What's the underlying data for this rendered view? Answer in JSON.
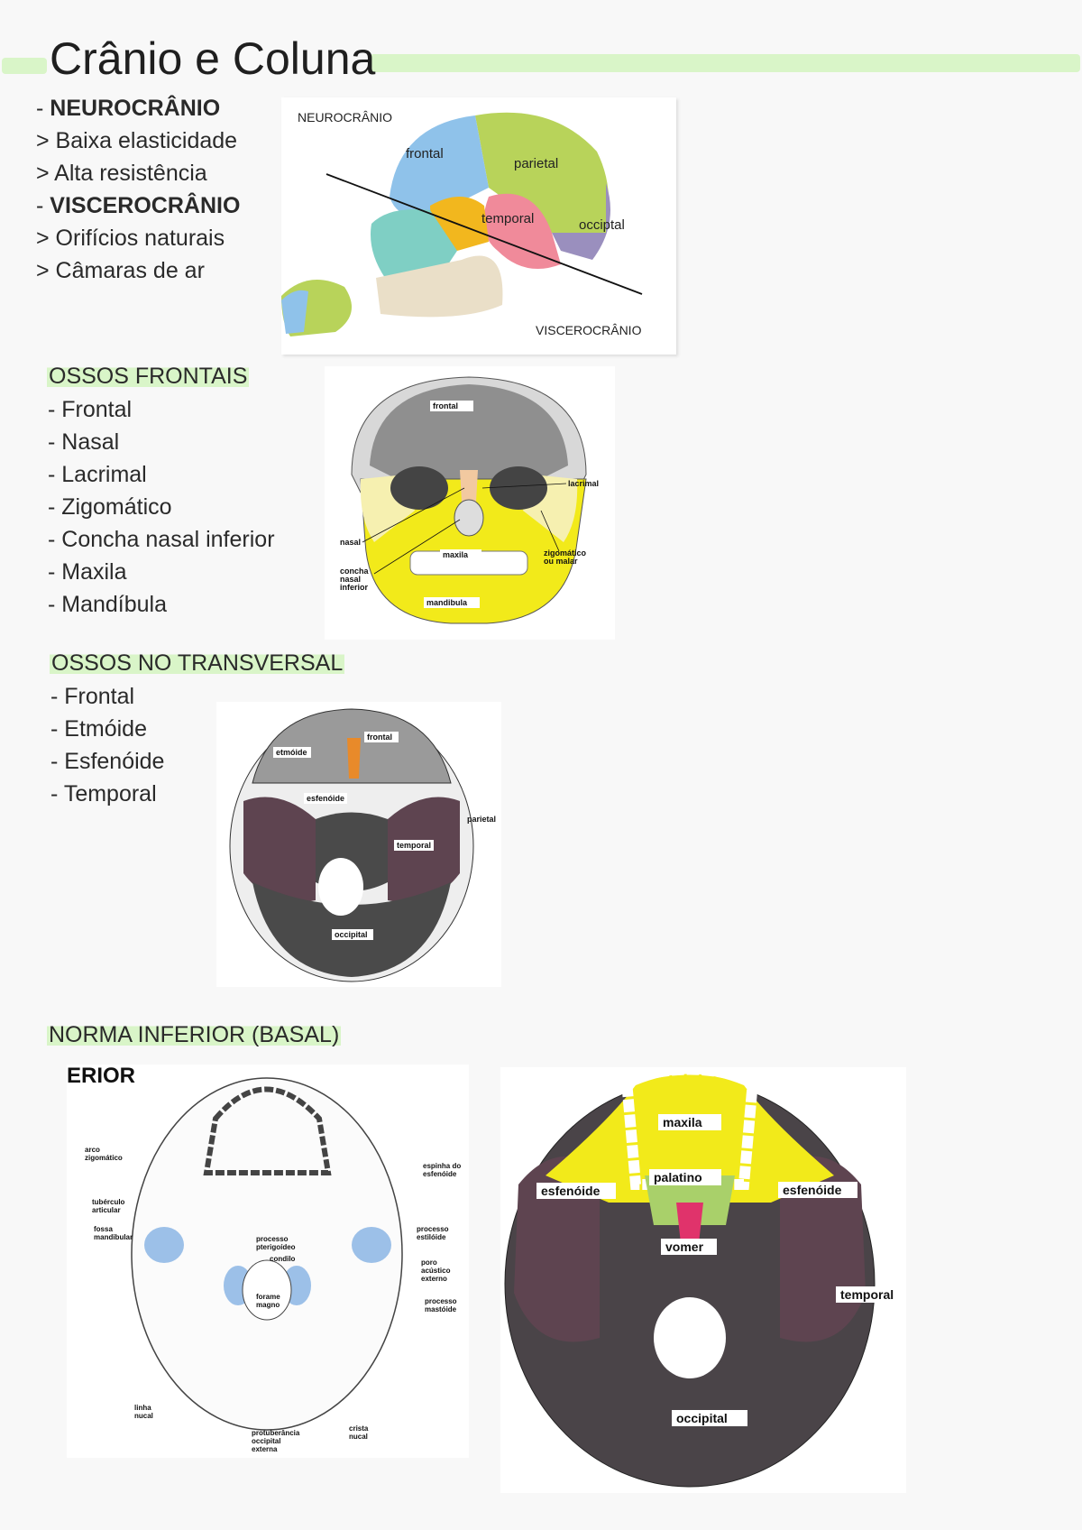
{
  "title": "Crânio e Coluna",
  "intro": {
    "items": [
      {
        "prefix": "- ",
        "text": "NEUROCRÂNIO",
        "bold": true
      },
      {
        "prefix": " > ",
        "text": "Baixa elasticidade"
      },
      {
        "prefix": " > ",
        "text": "Alta resistência"
      },
      {
        "prefix": "- ",
        "text": "VISCEROCRÂNIO",
        "bold": true
      },
      {
        "prefix": " > ",
        "text": "Orifícios naturais"
      },
      {
        "prefix": "> ",
        "text": "Câmaras de ar"
      }
    ]
  },
  "figure_lateral": {
    "top_label": "NEUROCRÂNIO",
    "bottom_label": "VISCEROCRÂNIO",
    "bones": [
      "frontal",
      "parietal",
      "temporal",
      "occiptal"
    ]
  },
  "frontais": {
    "heading": "OSSOS FRONTAIS",
    "items": [
      "- Frontal",
      "- Nasal",
      "- Lacrimal",
      "- Zigomático",
      "- Concha nasal inferior",
      "- Maxila",
      "- Mandíbula"
    ],
    "figure_labels": {
      "frontal": "frontal",
      "lacrimal": "lacrimal",
      "nasal": "nasal",
      "maxila": "maxila",
      "zigomatico": "zigomático",
      "malar": "ou malar",
      "concha1": "concha",
      "concha2": "nasal",
      "concha3": "inferior",
      "mandibula": "mandibula"
    }
  },
  "transversal": {
    "heading": "OSSOS NO TRANSVERSAL",
    "items": [
      "- Frontal",
      "- Etmóide",
      "- Esfenóide",
      "- Temporal"
    ],
    "figure_labels": {
      "frontal": "frontal",
      "etmoide": "etmóide",
      "esfenoide": "esfenóide",
      "parietal": "parietal",
      "temporal": "temporal",
      "occipital": "occipital"
    }
  },
  "basal": {
    "heading": "NORMA INFERIOR (BASAL)",
    "crop_text": "ERIOR",
    "figure_left_labels": {
      "arco1": "arco",
      "arco2": "zigomático",
      "tub1": "tubérculo",
      "tub2": "articular",
      "fossa1": "fossa",
      "fossa2": "mandibular",
      "esp1": "espinha do",
      "esp2": "esfenóide",
      "pter1": "processo",
      "pter2": "pterigoídeo",
      "condilo": "condilo",
      "estil1": "processo",
      "estil2": "estilóide",
      "poro1": "poro",
      "poro2": "acústico",
      "poro3": "externo",
      "forame1": "forame",
      "forame2": "magno",
      "mast1": "processo",
      "mast2": "mastóide",
      "linha1": "linha",
      "linha2": "nucal",
      "prot1": "protuberância",
      "prot2": "occipital",
      "prot3": "externa",
      "crista1": "crista",
      "crista2": "nucal"
    },
    "figure_right_labels": {
      "maxila": "maxila",
      "palatino": "palatino",
      "esf_l": "esfenóide",
      "esf_r": "esfenóide",
      "vomer": "vomer",
      "temporal": "temporal",
      "occipital": "occipital"
    }
  },
  "colors": {
    "highlight": "#d9f5c8",
    "yellow": "#f2ea1a",
    "gray": "#8f8f8f",
    "dark": "#4a4448",
    "plum": "#5e4450",
    "blue": "#9cc0e8",
    "pink": "#e0336b",
    "green": "#a9d06a"
  }
}
